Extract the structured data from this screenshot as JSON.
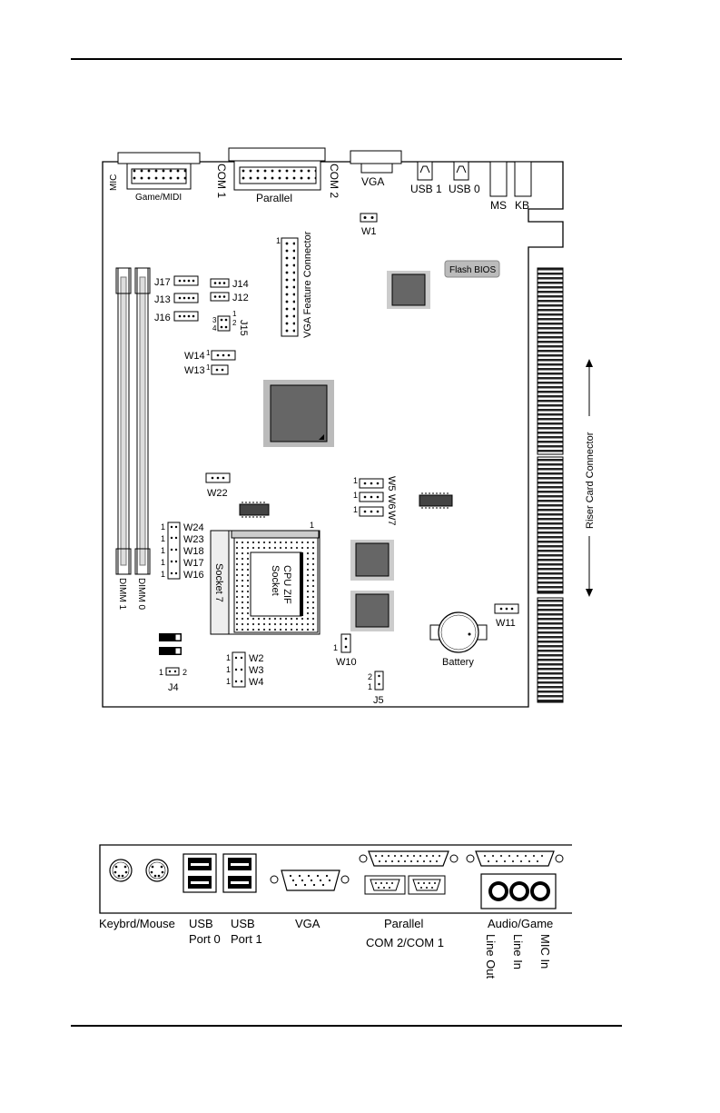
{
  "board": {
    "connectors": {
      "mic": "MIC",
      "game_midi": "Game/MIDI",
      "com1": "COM 1",
      "parallel": "Parallel",
      "com2": "COM 2",
      "vga": "VGA",
      "usb1": "USB 1",
      "usb0": "USB 0",
      "ms": "MS",
      "kb": "KB"
    },
    "labels": {
      "w1": "W1",
      "flash_bios": "Flash BIOS",
      "vga_feature": "VGA Feature Connector",
      "vga_feature_pin": "1",
      "j17": "J17",
      "j13": "J13",
      "j16": "J16",
      "j14": "J14",
      "j12": "J12",
      "j15": "J15",
      "j15_pins": [
        "3",
        "4",
        "1",
        "2"
      ],
      "w14": "W14",
      "w13": "W13",
      "w14_pin": "1",
      "w13_pin": "1",
      "riser": "Riser Card Connector",
      "w22": "W22",
      "w5": "W5",
      "w6": "W6",
      "w7": "W7",
      "w567_pins": [
        "1",
        "1",
        "1"
      ],
      "w_left": [
        "W24",
        "W23",
        "W18",
        "W17",
        "W16"
      ],
      "w_left_pins": [
        "1",
        "1",
        "1",
        "1",
        "1"
      ],
      "socket": "Socket 7",
      "cpu_zif": "CPU ZIF",
      "cpu_socket": "Socket",
      "socket_pin": "1",
      "dimm1": "DIMM 1",
      "dimm0": "DIMM 0",
      "w11": "W11",
      "w10": "W10",
      "w10_pin": "1",
      "battery": "Battery",
      "j4": "J4",
      "j4_pin1": "1",
      "j4_pin2": "2",
      "w_bottom": [
        "W2",
        "W3",
        "W4"
      ],
      "w_bottom_pins": [
        "1",
        "1",
        "1"
      ],
      "j5": "J5",
      "j5_pins": [
        "2",
        "1"
      ]
    }
  },
  "panel": {
    "keybrd_mouse": "Keybrd/Mouse",
    "usb_port0_a": "USB",
    "usb_port0_b": "Port 0",
    "usb_port1_a": "USB",
    "usb_port1_b": "Port 1",
    "vga": "VGA",
    "parallel": "Parallel",
    "com": "COM 2/COM 1",
    "audio_game": "Audio/Game",
    "line_out": "Line Out",
    "line_in": "Line In",
    "mic_in": "MIC In"
  }
}
